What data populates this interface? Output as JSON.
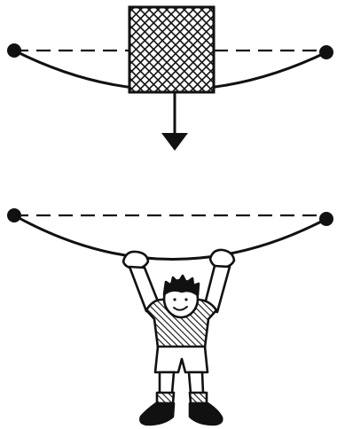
{
  "colors": {
    "ink": "#111111",
    "background": "#ffffff"
  },
  "panels": [
    {
      "name": "rope-with-hanging-weight",
      "parts": [
        "anchor-dot-left",
        "anchor-dot-right",
        "dashed-reference-line",
        "sagging-rope",
        "hatched-weight-block",
        "downward-force-arrow"
      ]
    },
    {
      "name": "boy-hanging-from-rope",
      "parts": [
        "anchor-dot-left",
        "anchor-dot-right",
        "dashed-reference-line",
        "sagging-rope",
        "hanging-boy"
      ]
    }
  ],
  "icons": [
    "anchor-dot",
    "arrow-down-icon",
    "crosshatch-weight",
    "boy-figure"
  ]
}
